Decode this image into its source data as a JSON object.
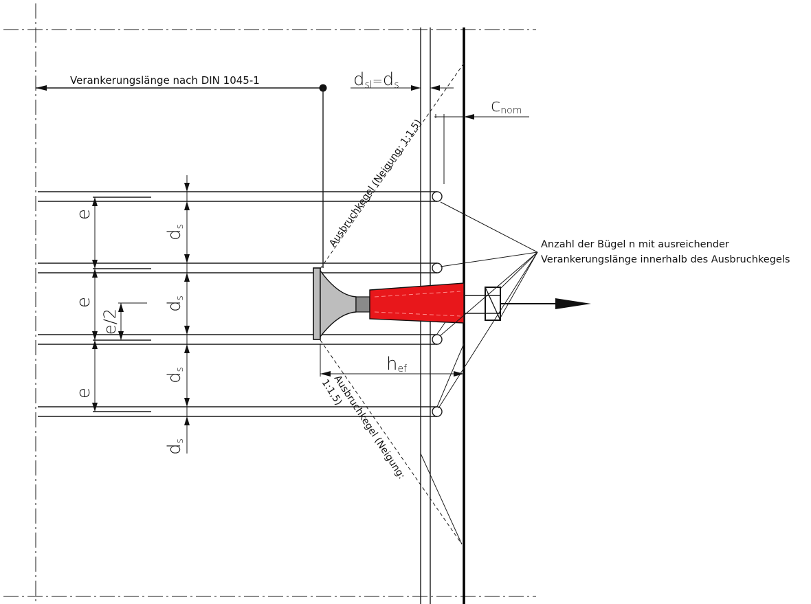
{
  "colors": {
    "anchor_sleeve": "#e8171b",
    "anchor_head": "#bdbdbd",
    "anchor_shaft": "#8a8a8a",
    "line": "#1a1a1a"
  },
  "labels": {
    "anchorage_length": "Verankerungslänge nach DIN 1045-1",
    "dsl_main": "d",
    "dsl_sub": "sl",
    "dsl_eq": "=",
    "ds_main": "d",
    "ds_sub": "s",
    "cnom_main": "c",
    "cnom_sub": "nom",
    "hef_main": "h",
    "hef_sub": "ef",
    "e": "e",
    "e_half": "e/2",
    "cone_upper": "Ausbruchkegel (Neigung: 1:1,5)",
    "cone_lower_1": "Ausbruchkegel (Neigung:",
    "cone_lower_2": "1:1,5)",
    "stirrups_line1": "Anzahl der Bügel n mit ausreichender",
    "stirrups_line2": "Verankerungslänge innerhalb des Ausbruchkegels"
  }
}
